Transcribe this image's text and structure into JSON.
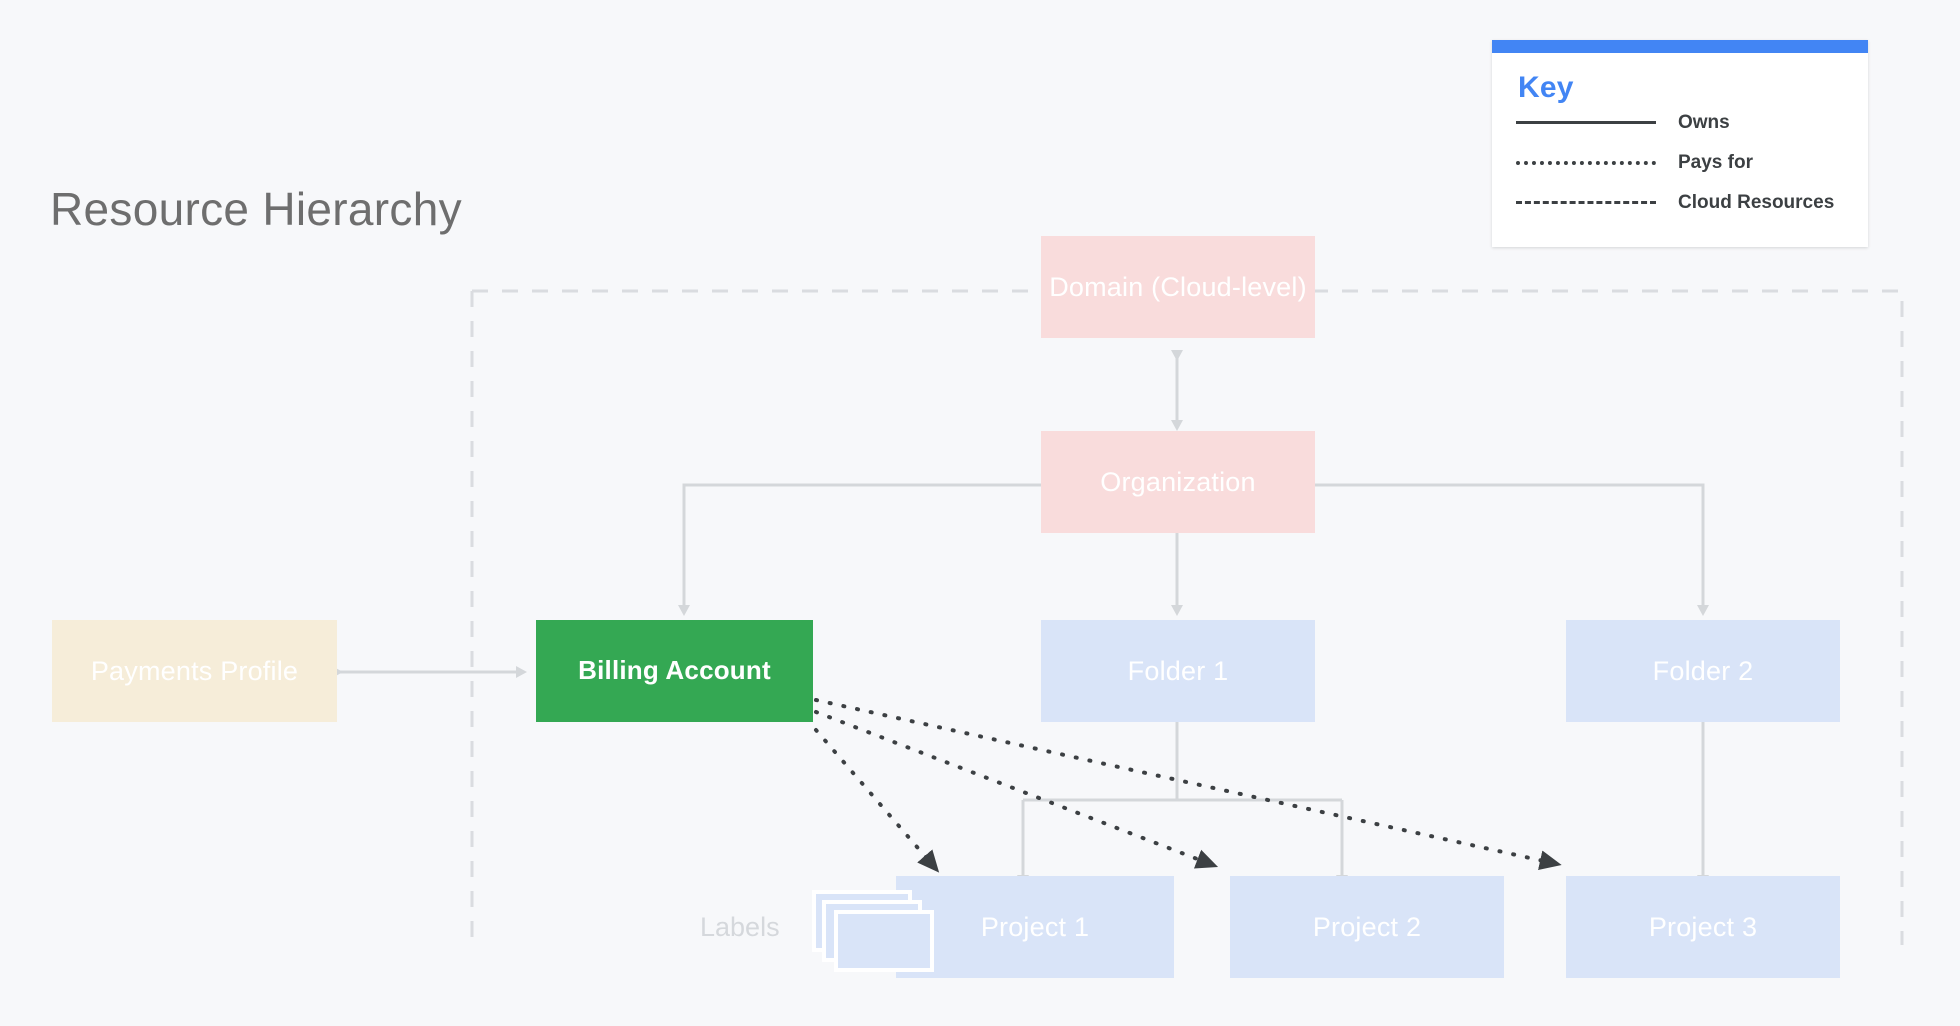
{
  "page": {
    "title": "Resource Hierarchy",
    "background_color": "#f7f8fa"
  },
  "key": {
    "heading": "Key",
    "accent_color": "#4285f4",
    "rows": [
      {
        "style": "solid",
        "label": "Owns"
      },
      {
        "style": "dotted",
        "label": "Pays for"
      },
      {
        "style": "dashed",
        "label": "Cloud Resources"
      }
    ]
  },
  "nodes": {
    "domain": {
      "label": "Domain (Cloud-level)",
      "color": "#f9dcdc"
    },
    "organization": {
      "label": "Organization",
      "color": "#f9dcdc"
    },
    "payments_profile": {
      "label": "Payments Profile",
      "color": "#f6edd9"
    },
    "billing_account": {
      "label": "Billing Account",
      "color": "#34a853"
    },
    "folder_1": {
      "label": "Folder 1",
      "color": "#d9e4f8"
    },
    "folder_2": {
      "label": "Folder 2",
      "color": "#d9e4f8"
    },
    "project_1": {
      "label": "Project 1",
      "color": "#d9e4f8"
    },
    "project_2": {
      "label": "Project 2",
      "color": "#d9e4f8"
    },
    "project_3": {
      "label": "Project 3",
      "color": "#d9e4f8"
    }
  },
  "annotations": {
    "labels_caption": "Labels"
  },
  "edges": [
    {
      "from": "domain",
      "to": "organization",
      "kind": "owns",
      "direction": "both"
    },
    {
      "from": "organization",
      "to": "billing_account",
      "kind": "owns",
      "direction": "down"
    },
    {
      "from": "organization",
      "to": "folder_1",
      "kind": "owns",
      "direction": "down"
    },
    {
      "from": "organization",
      "to": "folder_2",
      "kind": "owns",
      "direction": "down"
    },
    {
      "from": "payments_profile",
      "to": "billing_account",
      "kind": "owns",
      "direction": "both"
    },
    {
      "from": "folder_1",
      "to": "project_1",
      "kind": "owns",
      "direction": "down"
    },
    {
      "from": "folder_1",
      "to": "project_2",
      "kind": "owns",
      "direction": "down"
    },
    {
      "from": "folder_2",
      "to": "project_3",
      "kind": "owns",
      "direction": "down"
    },
    {
      "from": "billing_account",
      "to": "project_1",
      "kind": "pays-for"
    },
    {
      "from": "billing_account",
      "to": "project_2",
      "kind": "pays-for"
    },
    {
      "from": "billing_account",
      "to": "project_3",
      "kind": "pays-for"
    }
  ],
  "cloud_resources_boundary": {
    "style": "dashed",
    "color": "#dadce0"
  }
}
